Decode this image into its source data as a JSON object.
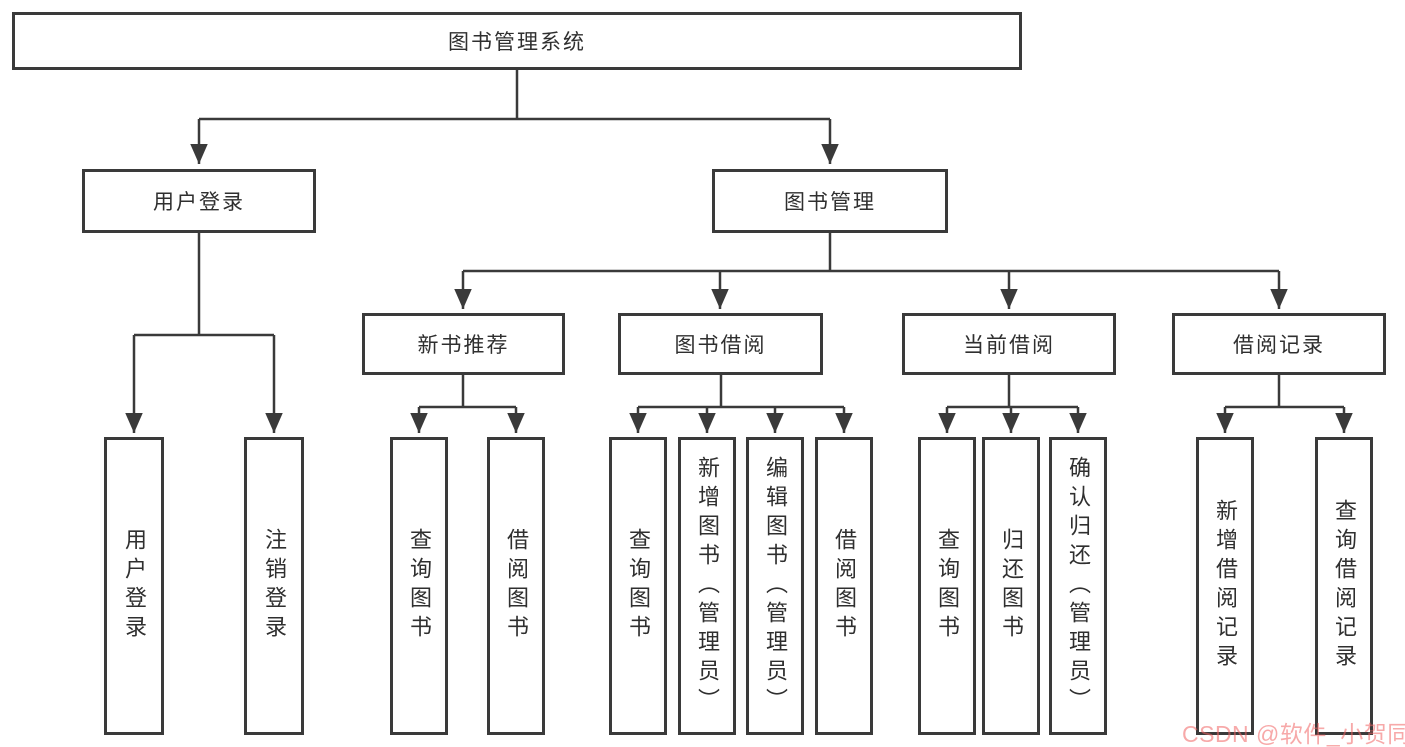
{
  "tree": {
    "root": {
      "label": "图书管理系统",
      "children": [
        {
          "label": "用户登录",
          "children": [
            {
              "label": "用户登录"
            },
            {
              "label": "注销登录"
            }
          ]
        },
        {
          "label": "图书管理",
          "children": [
            {
              "label": "新书推荐",
              "children": [
                {
                  "label": "查询图书"
                },
                {
                  "label": "借阅图书"
                }
              ]
            },
            {
              "label": "图书借阅",
              "children": [
                {
                  "label": "查询图书"
                },
                {
                  "label": "新增图书（管理员）"
                },
                {
                  "label": "编辑图书（管理员）"
                },
                {
                  "label": "借阅图书"
                }
              ]
            },
            {
              "label": "当前借阅",
              "children": [
                {
                  "label": "查询图书"
                },
                {
                  "label": "归还图书"
                },
                {
                  "label": "确认归还（管理员）"
                }
              ]
            },
            {
              "label": "借阅记录",
              "children": [
                {
                  "label": "新增借阅记录"
                },
                {
                  "label": "查询借阅记录"
                }
              ]
            }
          ]
        }
      ]
    }
  },
  "watermark": {
    "text": "CSDN @软件_小贺同学"
  },
  "colors": {
    "line": "#3a3a3a",
    "watermark": "rgba(240, 98, 98, 0.55)"
  }
}
